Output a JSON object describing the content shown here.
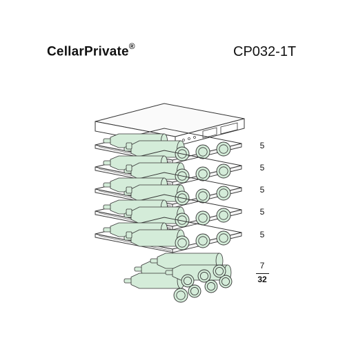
{
  "brand": {
    "name": "CellarPrivate",
    "mark": "®"
  },
  "model": "CP032-1T",
  "shelf_counts": [
    "5",
    "5",
    "5",
    "5",
    "5"
  ],
  "bottom_count": "7",
  "total_count": "32",
  "colors": {
    "bottle_fill": "#d4ecd9",
    "line": "#333333",
    "shelf_fill": "#f4f4f4"
  }
}
